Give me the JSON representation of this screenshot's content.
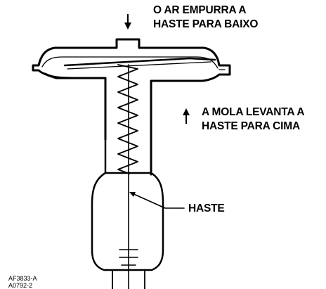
{
  "labels": {
    "air_pushes_line1": "O AR EMPURRA A",
    "air_pushes_line2": "HASTE PARA BAIXO",
    "spring_lifts_line1": "A MOLA LEVANTA A",
    "spring_lifts_line2": "HASTE PARA CIMA",
    "stem": "HASTE"
  },
  "figure_codes": {
    "line1": "AF3833-A",
    "line2": "A0792-2"
  },
  "colors": {
    "ink": "#000000",
    "background": "#ffffff"
  },
  "icons": {
    "air_arrow": "arrow-down-icon",
    "spring_arrow": "arrow-up-icon"
  }
}
